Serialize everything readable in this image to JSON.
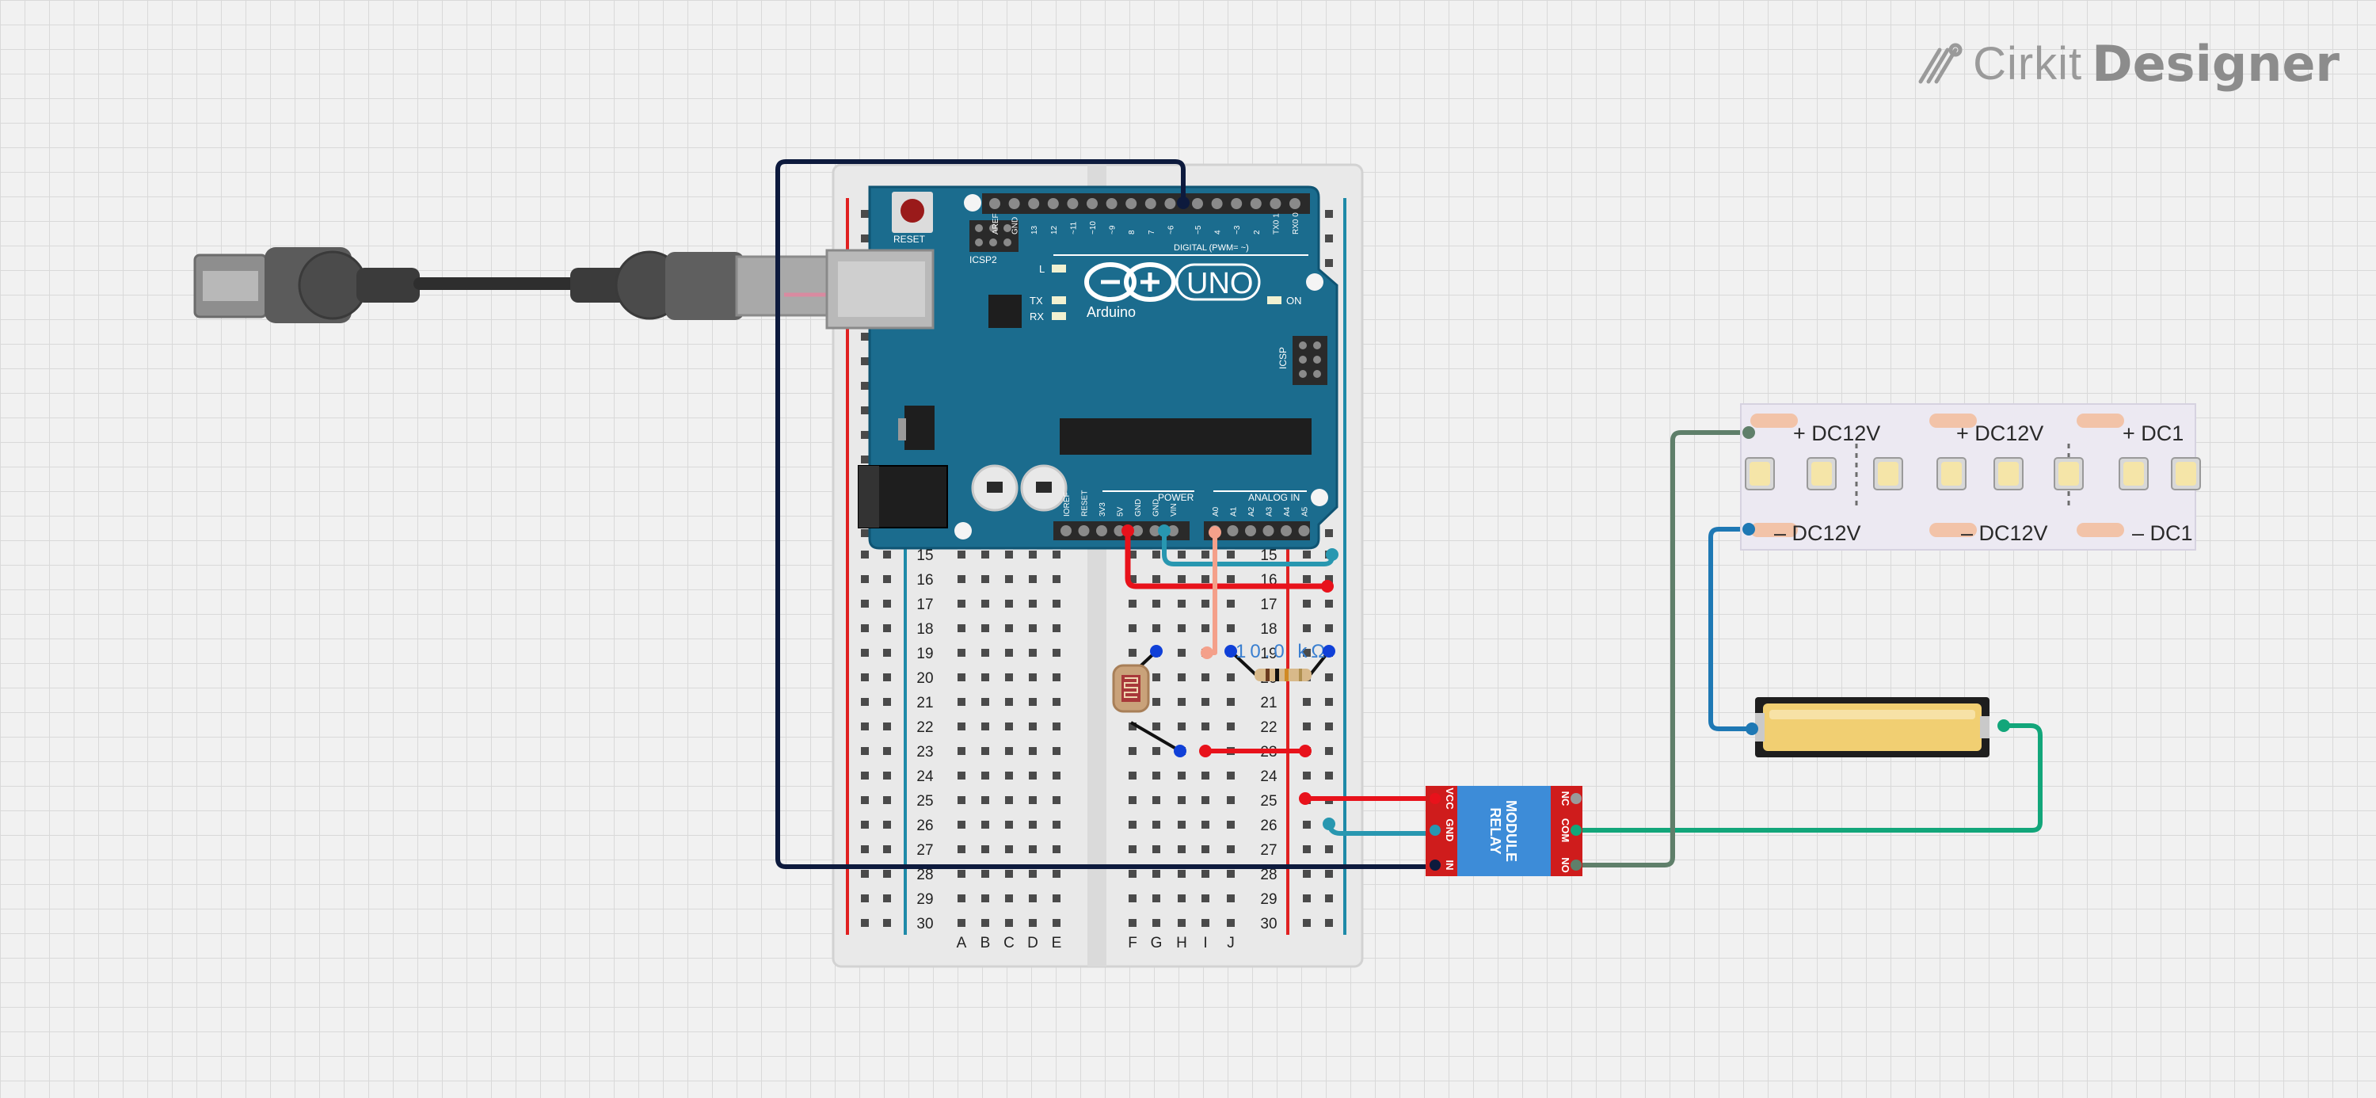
{
  "brand": {
    "word1": "Cirkit",
    "word2": "Designer",
    "logo_icon": "cirkit-logo-icon"
  },
  "arduino": {
    "logo_text": "Arduino",
    "model": "UNO",
    "reset_label": "RESET",
    "icsp2_label": "ICSP2",
    "icsp_label": "ICSP",
    "on_label": "ON",
    "l_label": "L",
    "tx_label": "TX",
    "rx_label": "RX",
    "digital_label": "DIGITAL (PWM= ~)",
    "power_label": "POWER",
    "analog_label": "ANALOG IN",
    "top_pins": [
      "AREF",
      "GND",
      "13",
      "12",
      "~11",
      "~10",
      "~9",
      "8",
      "7",
      "~6",
      "~5",
      "4",
      "~3",
      "2",
      "TX0 1",
      "RX0 0"
    ],
    "power_pins": [
      "IOREF",
      "RESET",
      "3V3",
      "5V",
      "GND",
      "GND",
      "VIN"
    ],
    "analog_pins": [
      "A0",
      "A1",
      "A2",
      "A3",
      "A4",
      "A5"
    ]
  },
  "breadboard": {
    "rows": [
      "15",
      "16",
      "17",
      "18",
      "19",
      "20",
      "21",
      "22",
      "23",
      "24",
      "25",
      "26",
      "27",
      "28",
      "29",
      "30"
    ],
    "cols_left": [
      "A",
      "B",
      "C",
      "D",
      "E"
    ],
    "cols_right": [
      "F",
      "G",
      "H",
      "I",
      "J"
    ]
  },
  "resistor": {
    "label": "10.0 kΩ"
  },
  "relay": {
    "title1": "MODULE",
    "title2": "RELAY",
    "left_pins": [
      "VCC",
      "GND",
      "IN"
    ],
    "right_pins": [
      "NC",
      "COM",
      "NO"
    ]
  },
  "led_strip": {
    "plus_labels": [
      "+ DC12V",
      "+ DC12V",
      "+ DC1"
    ],
    "minus_labels": [
      "– DC12V",
      "– DC12V",
      "– DC1"
    ]
  },
  "wire_colors": {
    "navy": "#0d1a3d",
    "red": "#e8121b",
    "teal": "#2897b0",
    "salmon": "#f4a08a",
    "black": "#111111",
    "green": "#12a67a",
    "gray_green": "#5f7f6a",
    "blue": "#1e78b4"
  }
}
